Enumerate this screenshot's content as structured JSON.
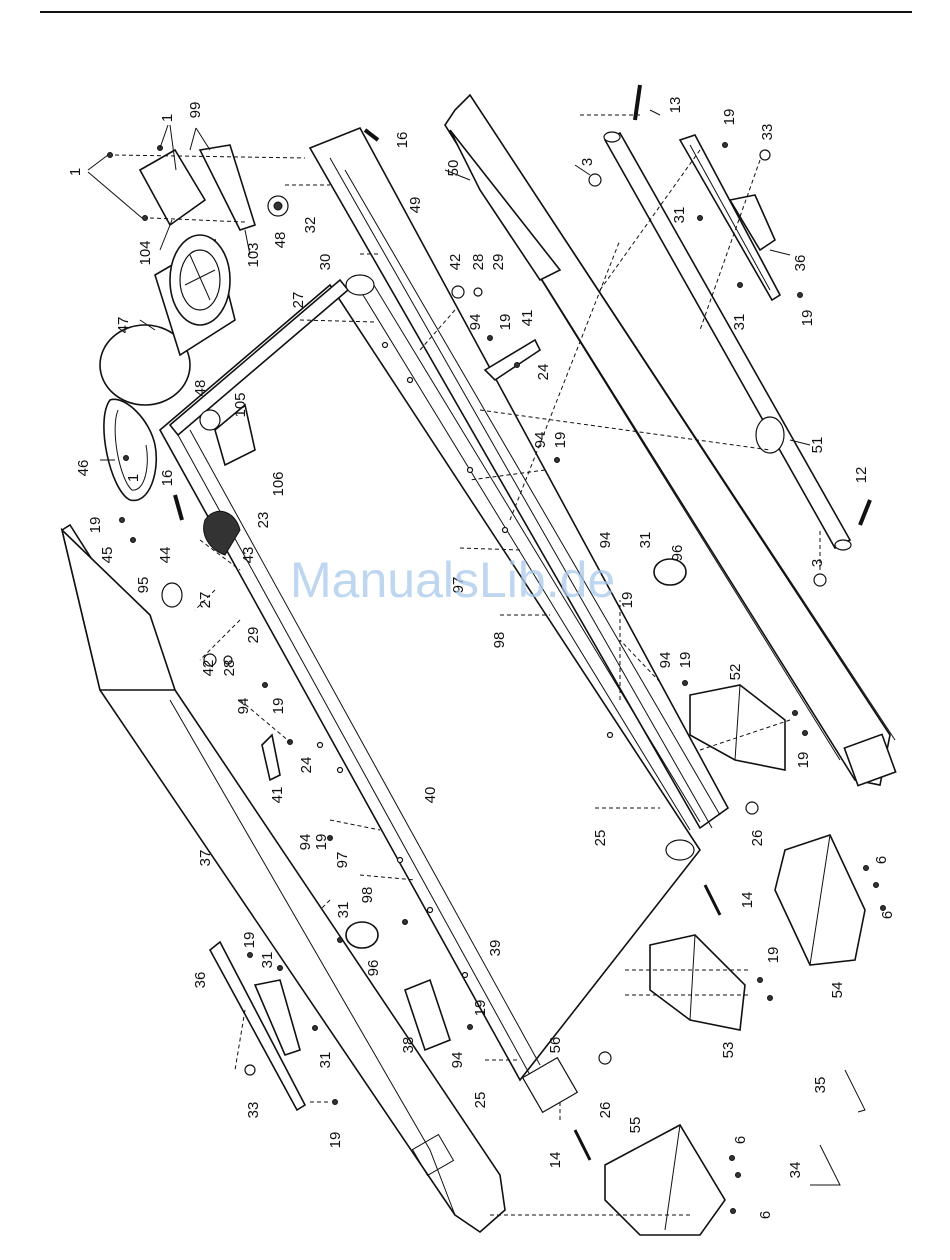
{
  "watermark": "ManualsLib.de",
  "labels": [
    {
      "id": "p1a",
      "text": "1"
    },
    {
      "id": "p99",
      "text": "99"
    },
    {
      "id": "p1b",
      "text": "1"
    },
    {
      "id": "p104",
      "text": "104"
    },
    {
      "id": "p103",
      "text": "103"
    },
    {
      "id": "p48a",
      "text": "48"
    },
    {
      "id": "p47",
      "text": "47"
    },
    {
      "id": "p48b",
      "text": "48"
    },
    {
      "id": "p105",
      "text": "105"
    },
    {
      "id": "p46",
      "text": "46"
    },
    {
      "id": "p1c",
      "text": "1"
    },
    {
      "id": "p16a",
      "text": "16"
    },
    {
      "id": "p106",
      "text": "106"
    },
    {
      "id": "p23",
      "text": "23"
    },
    {
      "id": "p43",
      "text": "43"
    },
    {
      "id": "p19a",
      "text": "19"
    },
    {
      "id": "p45",
      "text": "45"
    },
    {
      "id": "p44",
      "text": "44"
    },
    {
      "id": "p95",
      "text": "95"
    },
    {
      "id": "p27a",
      "text": "27"
    },
    {
      "id": "p16b",
      "text": "16"
    },
    {
      "id": "p49",
      "text": "49"
    },
    {
      "id": "p32",
      "text": "32"
    },
    {
      "id": "p30",
      "text": "30"
    },
    {
      "id": "p27b",
      "text": "27"
    },
    {
      "id": "p42a",
      "text": "42"
    },
    {
      "id": "p28a",
      "text": "28"
    },
    {
      "id": "p29a",
      "text": "29"
    },
    {
      "id": "p94a",
      "text": "94"
    },
    {
      "id": "p19b",
      "text": "19"
    },
    {
      "id": "p41a",
      "text": "41"
    },
    {
      "id": "p24a",
      "text": "24"
    },
    {
      "id": "p50",
      "text": "50"
    },
    {
      "id": "p3a",
      "text": "3"
    },
    {
      "id": "p13",
      "text": "13"
    },
    {
      "id": "p19c",
      "text": "19"
    },
    {
      "id": "p33a",
      "text": "33"
    },
    {
      "id": "p31a",
      "text": "31"
    },
    {
      "id": "p36a",
      "text": "36"
    },
    {
      "id": "p31b",
      "text": "31"
    },
    {
      "id": "p19d",
      "text": "19"
    },
    {
      "id": "p94b",
      "text": "94"
    },
    {
      "id": "p19e",
      "text": "19"
    },
    {
      "id": "p51",
      "text": "51"
    },
    {
      "id": "p12",
      "text": "12"
    },
    {
      "id": "p3b",
      "text": "3"
    },
    {
      "id": "p97a",
      "text": "97"
    },
    {
      "id": "p94c",
      "text": "94"
    },
    {
      "id": "p31c",
      "text": "31"
    },
    {
      "id": "p96a",
      "text": "96"
    },
    {
      "id": "p19f",
      "text": "19"
    },
    {
      "id": "p98a",
      "text": "98"
    },
    {
      "id": "p42b",
      "text": "42"
    },
    {
      "id": "p28b",
      "text": "28"
    },
    {
      "id": "p29b",
      "text": "29"
    },
    {
      "id": "p94d",
      "text": "94"
    },
    {
      "id": "p19g",
      "text": "19"
    },
    {
      "id": "p24b",
      "text": "24"
    },
    {
      "id": "p41b",
      "text": "41"
    },
    {
      "id": "p94e",
      "text": "94"
    },
    {
      "id": "p19h",
      "text": "19"
    },
    {
      "id": "p52",
      "text": "52"
    },
    {
      "id": "p19i",
      "text": "19"
    },
    {
      "id": "p40",
      "text": "40"
    },
    {
      "id": "p25a",
      "text": "25"
    },
    {
      "id": "p26a",
      "text": "26"
    },
    {
      "id": "p37",
      "text": "37"
    },
    {
      "id": "p97b",
      "text": "97"
    },
    {
      "id": "p94f",
      "text": "94"
    },
    {
      "id": "p19j",
      "text": "19"
    },
    {
      "id": "p98b",
      "text": "98"
    },
    {
      "id": "p31d",
      "text": "31"
    },
    {
      "id": "p96b",
      "text": "96"
    },
    {
      "id": "p39",
      "text": "39"
    },
    {
      "id": "p14a",
      "text": "14"
    },
    {
      "id": "p6a",
      "text": "6"
    },
    {
      "id": "p6b",
      "text": "6"
    },
    {
      "id": "p54",
      "text": "54"
    },
    {
      "id": "p36b",
      "text": "36"
    },
    {
      "id": "p19k",
      "text": "19"
    },
    {
      "id": "p31e",
      "text": "31"
    },
    {
      "id": "p19l",
      "text": "19"
    },
    {
      "id": "p53",
      "text": "53"
    },
    {
      "id": "p31f",
      "text": "31"
    },
    {
      "id": "p38",
      "text": "38"
    },
    {
      "id": "p19m",
      "text": "19"
    },
    {
      "id": "p94g",
      "text": "94"
    },
    {
      "id": "p25b",
      "text": "25"
    },
    {
      "id": "p56",
      "text": "56"
    },
    {
      "id": "p26b",
      "text": "26"
    },
    {
      "id": "p33b",
      "text": "33"
    },
    {
      "id": "p19n",
      "text": "19"
    },
    {
      "id": "p35",
      "text": "35"
    },
    {
      "id": "p14b",
      "text": "14"
    },
    {
      "id": "p55",
      "text": "55"
    },
    {
      "id": "p6c",
      "text": "6"
    },
    {
      "id": "p34",
      "text": "34"
    },
    {
      "id": "p6d",
      "text": "6"
    }
  ]
}
